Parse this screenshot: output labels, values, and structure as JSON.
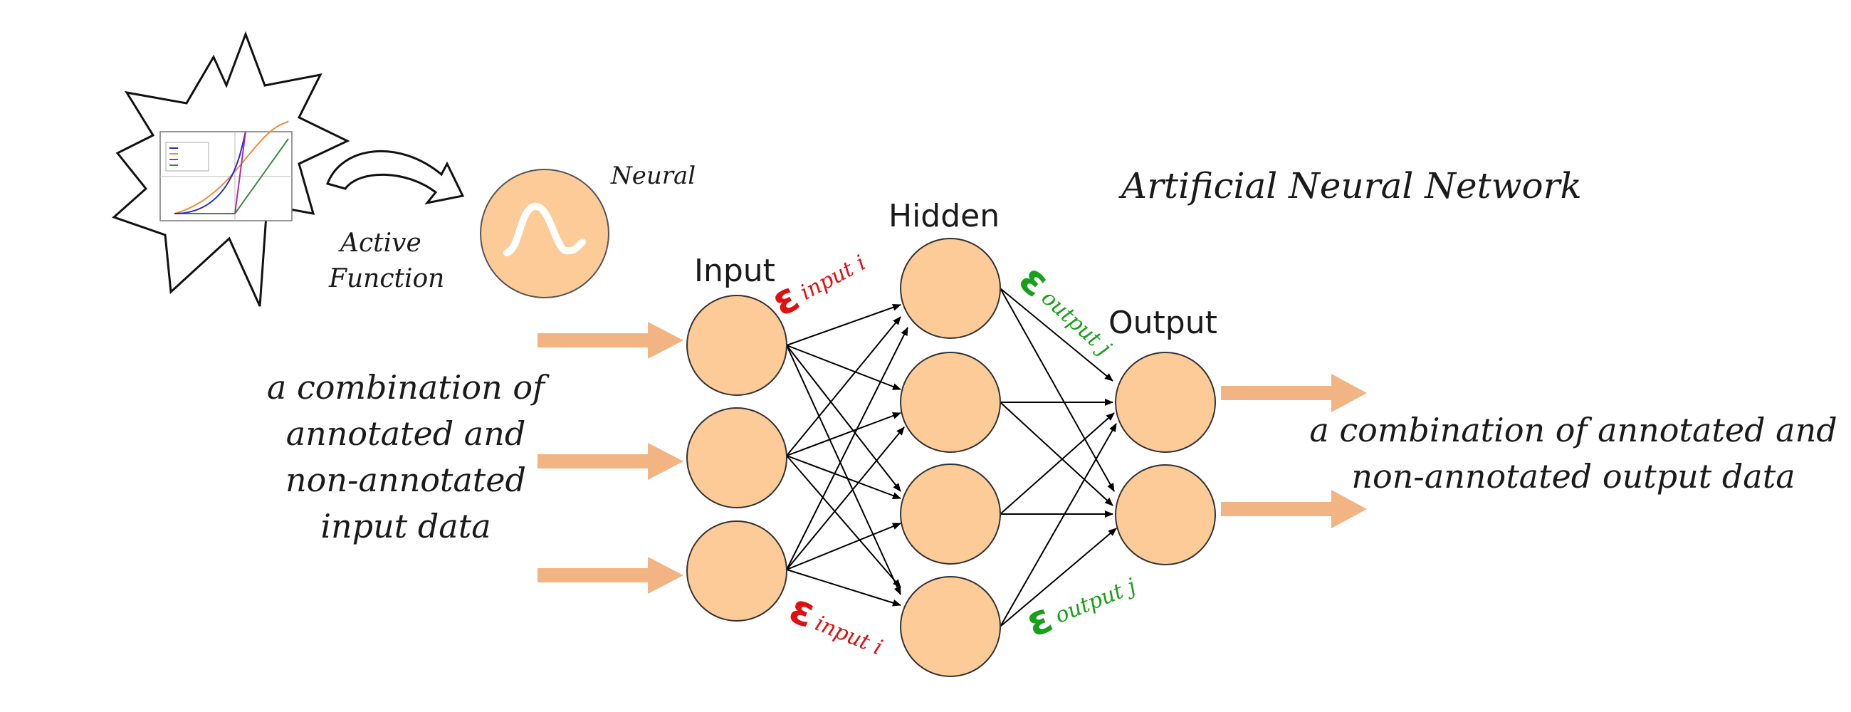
{
  "title": "Artificial Neural Network",
  "labels": {
    "input_layer": "Input",
    "hidden_layer": "Hidden",
    "output_layer": "Output",
    "neural": "Neural",
    "active_function_line1": "Active",
    "active_function_line2": "Function"
  },
  "input_text": [
    "a combination of",
    "annotated and",
    "non-annotated",
    "input data"
  ],
  "output_text": [
    "a combination of annotated and",
    "non-annotated output data"
  ],
  "errors": {
    "symbol": "ε",
    "input_top": "input i",
    "input_bottom": "input i",
    "output_top": "output j",
    "output_bottom": "output j"
  },
  "colors": {
    "node_fill": "#fccb98",
    "arrow": "#f2b483",
    "error_input": "#e01010",
    "error_output": "#19a019",
    "text": "#1a1a1a"
  }
}
